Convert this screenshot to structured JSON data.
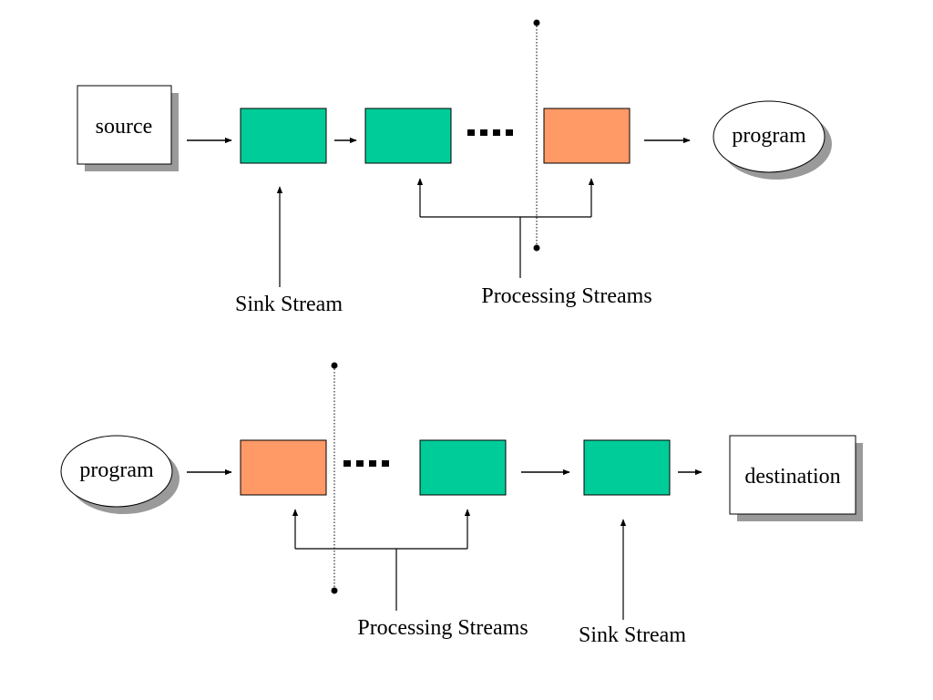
{
  "colors": {
    "stream_green": "#00CC99",
    "stream_orange": "#FF9966",
    "shadow": "#9a9a9a",
    "line": "#000000"
  },
  "top": {
    "source_label": "source",
    "program_label": "program",
    "sink_label": "Sink Stream",
    "processing_label": "Processing Streams",
    "ellipsis": "...."
  },
  "bottom": {
    "program_label": "program",
    "destination_label": "destination",
    "sink_label": "Sink Stream",
    "processing_label": "Processing Streams",
    "ellipsis": "...."
  }
}
